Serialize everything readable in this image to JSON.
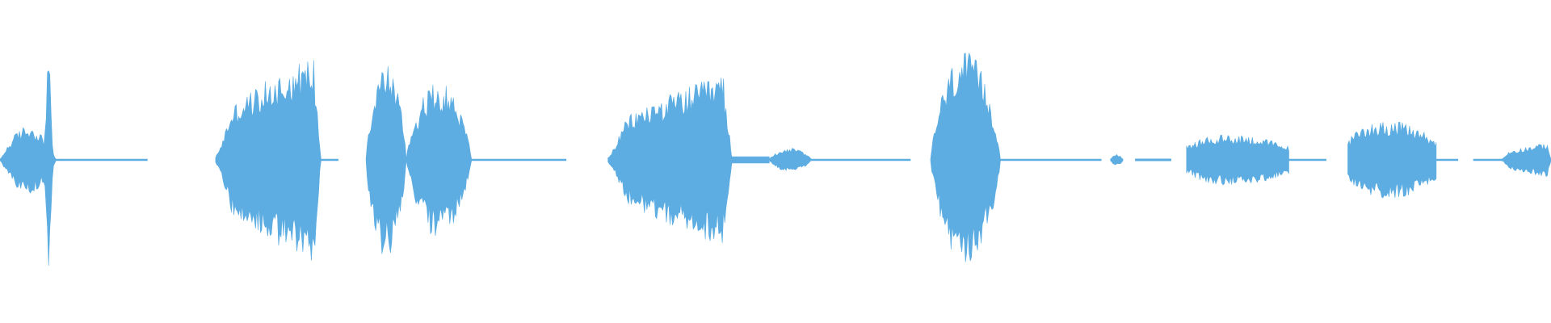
{
  "waveform": {
    "color": "#5dade2",
    "segments": [
      {
        "start": 0.0,
        "end": 0.04,
        "amplitude": 0.55,
        "shape": "spike"
      },
      {
        "start": 0.04,
        "end": 0.095,
        "amplitude": 0.005,
        "shape": "flat"
      },
      {
        "start": 0.139,
        "end": 0.207,
        "amplitude": 0.55,
        "shape": "ramp-up"
      },
      {
        "start": 0.207,
        "end": 0.218,
        "amplitude": 0.005,
        "shape": "flat"
      },
      {
        "start": 0.236,
        "end": 0.262,
        "amplitude": 0.5,
        "shape": "hump"
      },
      {
        "start": 0.262,
        "end": 0.304,
        "amplitude": 0.4,
        "shape": "hump"
      },
      {
        "start": 0.304,
        "end": 0.365,
        "amplitude": 0.005,
        "shape": "flat"
      },
      {
        "start": 0.392,
        "end": 0.472,
        "amplitude": 0.45,
        "shape": "ramp-up"
      },
      {
        "start": 0.472,
        "end": 0.496,
        "amplitude": 0.02,
        "shape": "flat"
      },
      {
        "start": 0.496,
        "end": 0.523,
        "amplitude": 0.06,
        "shape": "hump"
      },
      {
        "start": 0.523,
        "end": 0.587,
        "amplitude": 0.005,
        "shape": "flat"
      },
      {
        "start": 0.6,
        "end": 0.645,
        "amplitude": 0.55,
        "shape": "hump"
      },
      {
        "start": 0.645,
        "end": 0.71,
        "amplitude": 0.005,
        "shape": "flat"
      },
      {
        "start": 0.716,
        "end": 0.724,
        "amplitude": 0.03,
        "shape": "hump"
      },
      {
        "start": 0.732,
        "end": 0.755,
        "amplitude": 0.006,
        "shape": "flat"
      },
      {
        "start": 0.765,
        "end": 0.831,
        "amplitude": 0.13,
        "shape": "plateau"
      },
      {
        "start": 0.831,
        "end": 0.855,
        "amplitude": 0.005,
        "shape": "flat"
      },
      {
        "start": 0.869,
        "end": 0.926,
        "amplitude": 0.2,
        "shape": "plateau"
      },
      {
        "start": 0.926,
        "end": 0.94,
        "amplitude": 0.005,
        "shape": "flat"
      },
      {
        "start": 0.95,
        "end": 0.968,
        "amplitude": 0.005,
        "shape": "flat"
      },
      {
        "start": 0.968,
        "end": 1.0,
        "amplitude": 0.09,
        "shape": "ramp-up"
      }
    ]
  }
}
